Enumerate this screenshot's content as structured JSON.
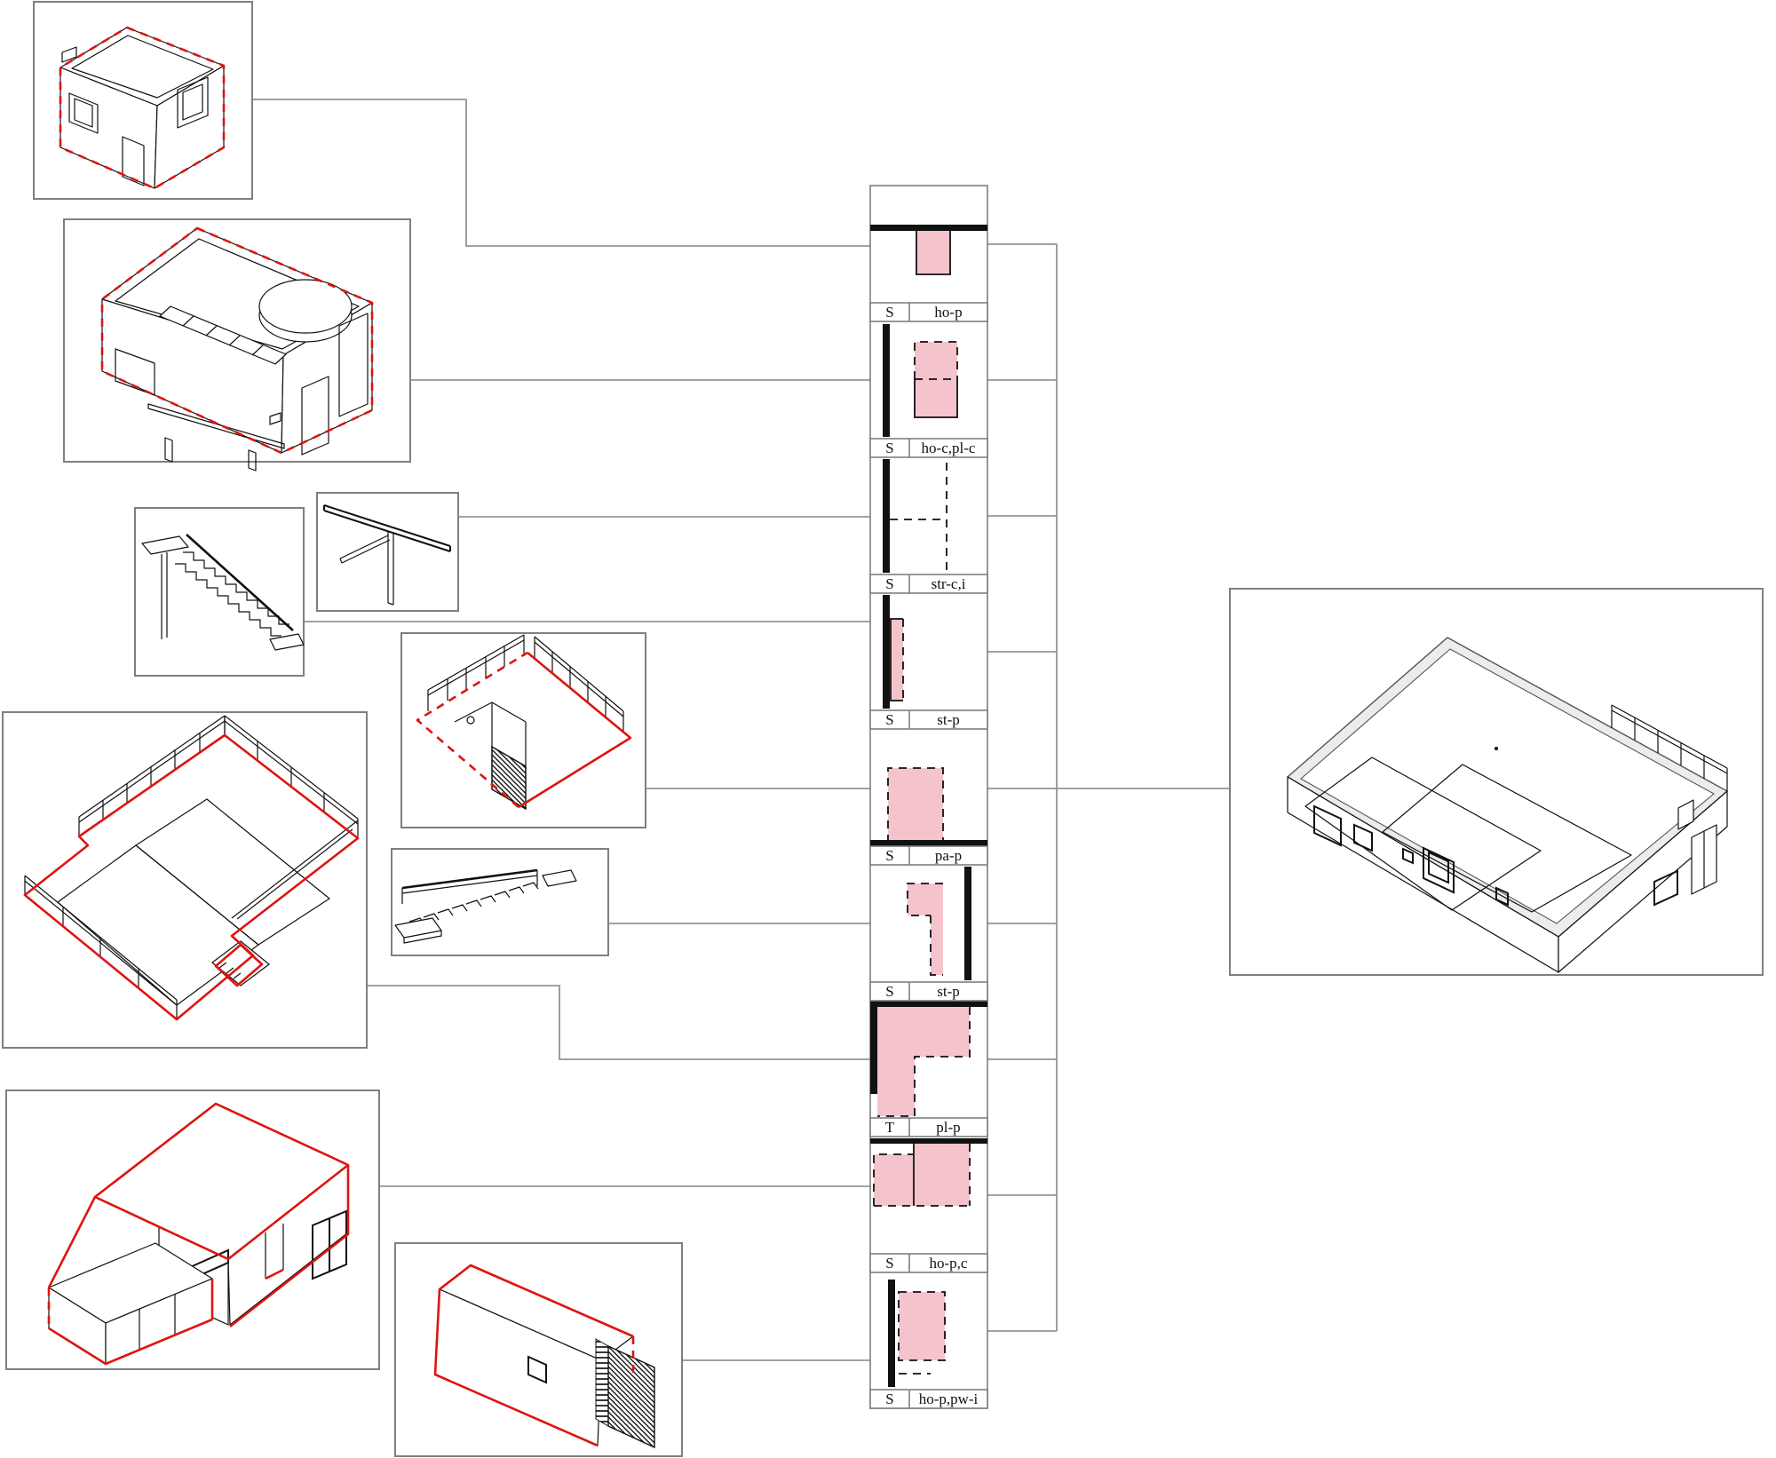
{
  "colors": {
    "pink": "#f5c3cb",
    "red": "#dd1510",
    "ink": "#111111",
    "boxline": "#7f7f7f",
    "connline": "#949494"
  },
  "matrix": {
    "rows": [
      {
        "type": "S",
        "code": "ho-p"
      },
      {
        "type": "S",
        "code": "ho-c,pl-c"
      },
      {
        "type": "S",
        "code": "str-c,i"
      },
      {
        "type": "S",
        "code": "st-p"
      },
      {
        "type": "S",
        "code": "pa-p"
      },
      {
        "type": "S",
        "code": "st-p"
      },
      {
        "type": "T",
        "code": "pl-p"
      },
      {
        "type": "S",
        "code": "ho-p,c"
      },
      {
        "type": "S",
        "code": "ho-p,pw-i"
      }
    ]
  },
  "figures": {
    "left": [
      {
        "icon": "small-roof-volume-axon-icon"
      },
      {
        "icon": "large-roof-volume-axon-icon"
      },
      {
        "icon": "narrow-stair-axon-icon"
      },
      {
        "icon": "t-handrail-axon-icon"
      },
      {
        "icon": "terrace-parapet-axon-icon"
      },
      {
        "icon": "large-floor-plate-axon-icon"
      },
      {
        "icon": "long-stair-axon-icon"
      },
      {
        "icon": "low-house-volume-axon-icon"
      },
      {
        "icon": "hatched-wall-axon-icon"
      }
    ],
    "right": {
      "icon": "open-room-volume-axon-icon"
    }
  }
}
